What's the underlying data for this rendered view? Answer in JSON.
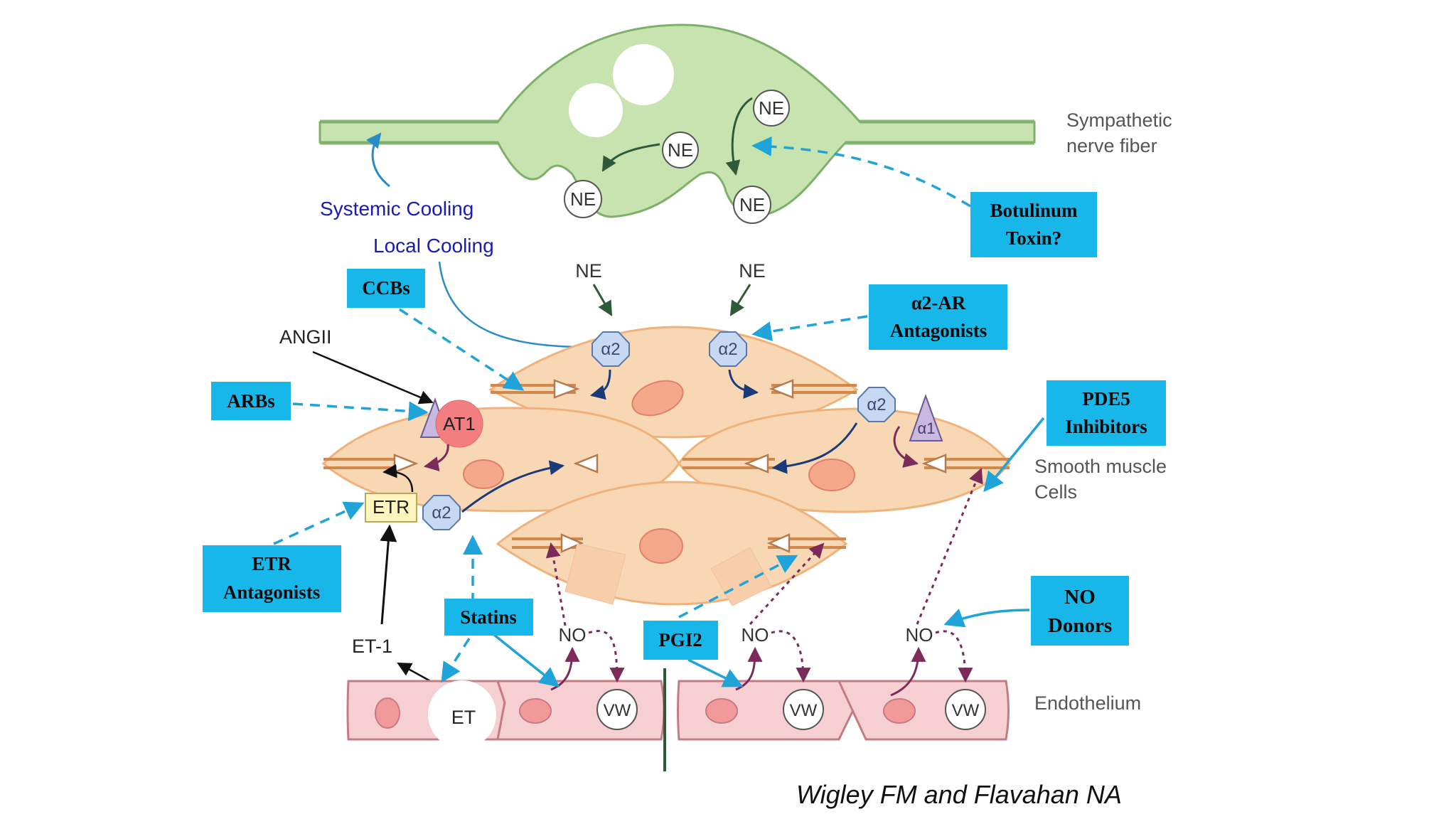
{
  "nerve": {
    "title_line1": "Sympathetic",
    "title_line2": "nerve fiber",
    "ne_label": "NE"
  },
  "cooling": {
    "systemic": "Systemic Cooling",
    "local": "Local Cooling"
  },
  "receptors": {
    "alpha2": "α2",
    "alpha1": "α1",
    "at1": "AT1",
    "etr": "ETR"
  },
  "mediators": {
    "angii": "ANGII",
    "et1": "ET-1",
    "et": "ET",
    "no": "NO",
    "vw": "VW"
  },
  "tissue_labels": {
    "smooth_line1": "Smooth muscle",
    "smooth_line2": "Cells",
    "endothelium": "Endothelium"
  },
  "drug_boxes": {
    "botulinum_line1": "Botulinum",
    "botulinum_line2": "Toxin?",
    "ccbs": "CCBs",
    "a2ar_line1": "α2-AR",
    "a2ar_line2": "Antagonists",
    "arbs": "ARBs",
    "pde5_line1": "PDE5",
    "pde5_line2": "Inhibitors",
    "etr_line1": "ETR",
    "etr_line2": "Antagonists",
    "statins": "Statins",
    "pgi2": "PGI2",
    "no_line1": "NO",
    "no_line2": "Donors"
  },
  "citation": "Wigley FM and Flavahan NA",
  "colors": {
    "drug_box": "#18b7ea",
    "nerve_fill": "#c7e3b0",
    "cell_fill": "#f8d8b4",
    "cell_stroke": "#f0b27a",
    "endo_fill": "#f6cfd2",
    "endo_stroke": "#c47c84",
    "receptor_fill": "#c7d9f2",
    "dashed_arrow": "#1fa3d8",
    "cooling_text": "#1a1ab4"
  }
}
